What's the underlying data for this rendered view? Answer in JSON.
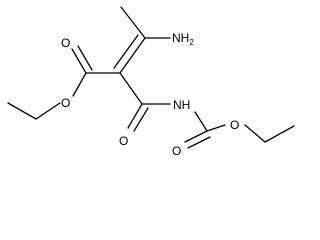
{
  "molecule": {
    "atoms": {
      "o_ester_carbonyl": "O",
      "o_ester_ether": "O",
      "amine": "NH",
      "amine_subscript": "2",
      "o_amide": "O",
      "nh_imide": "NH",
      "o_carbamate_carbonyl": "O",
      "o_carbamate_ether": "O"
    }
  }
}
